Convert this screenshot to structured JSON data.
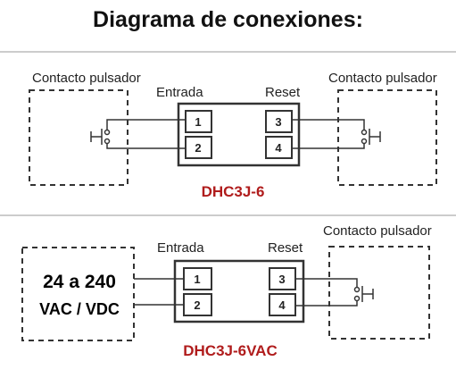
{
  "title": "Diagrama de conexiones:",
  "colors": {
    "model_label": "#b01c1c",
    "line": "#333333",
    "separator": "#9a9a9a"
  },
  "diagram_top": {
    "left_device_label": "Contacto pulsador",
    "right_device_label": "Contacto pulsador",
    "input_label": "Entrada",
    "reset_label": "Reset",
    "terminals": [
      "1",
      "2",
      "3",
      "4"
    ],
    "model": "DHC3J-6"
  },
  "diagram_bottom": {
    "supply_line1": "24 a 240",
    "supply_line2": "VAC / VDC",
    "right_device_label": "Contacto pulsador",
    "input_label": "Entrada",
    "reset_label": "Reset",
    "terminals": [
      "1",
      "2",
      "3",
      "4"
    ],
    "model": "DHC3J-6VAC"
  }
}
